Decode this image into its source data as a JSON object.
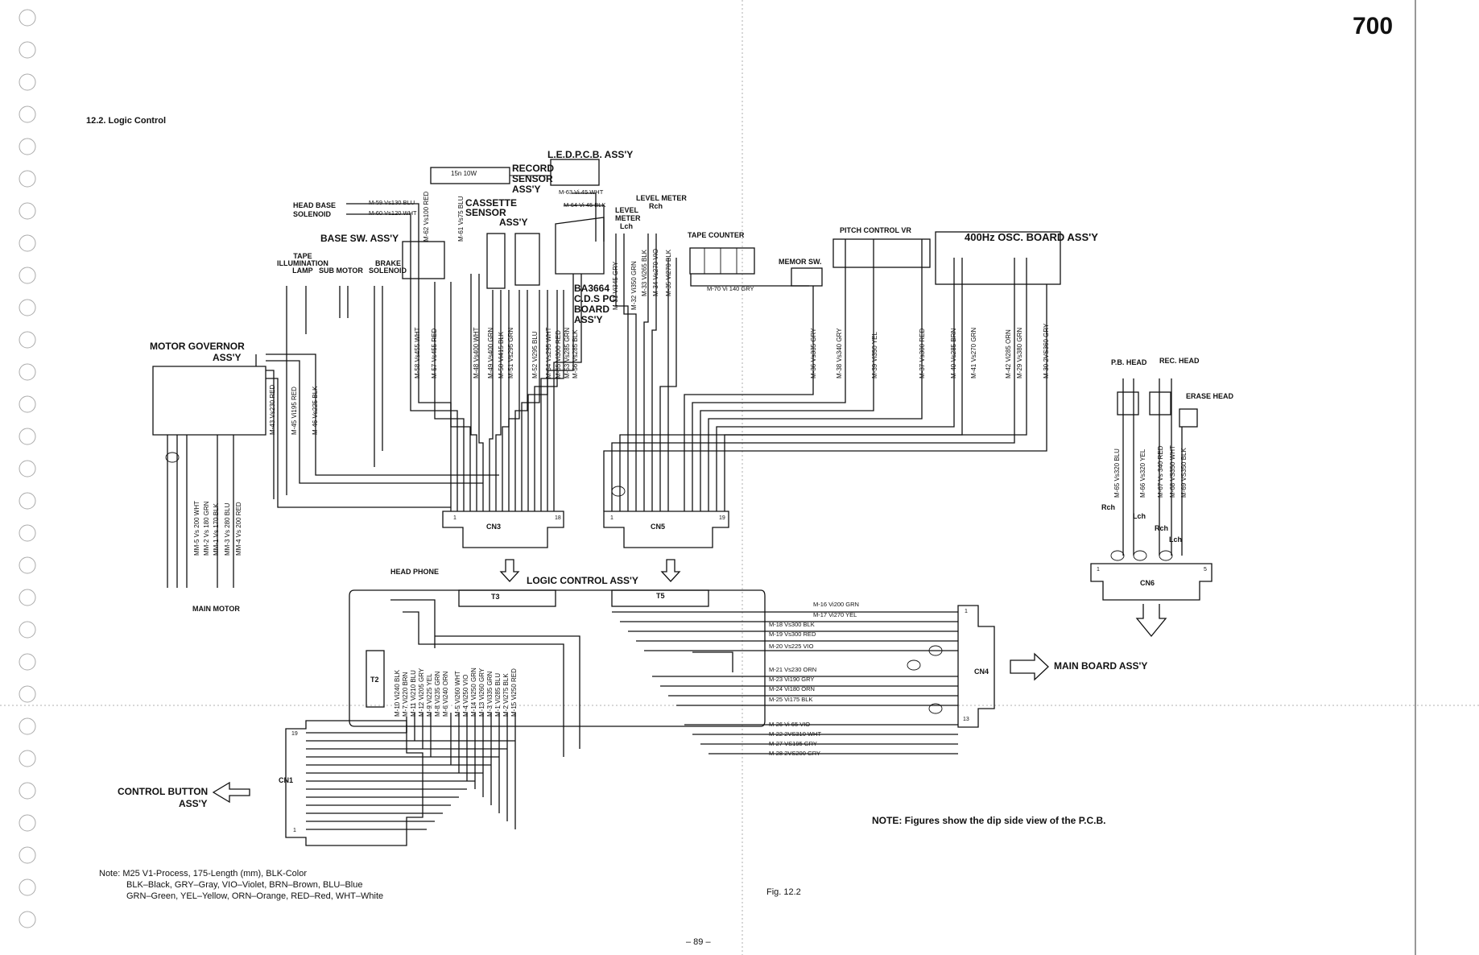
{
  "page": {
    "number_label": "700",
    "section_title": "12.2. Logic Control",
    "figure_label": "Fig. 12.2",
    "page_number": "– 89 –"
  },
  "blocks": {
    "led_pcb": "L.E.D.P.C.B. ASS'Y",
    "resistor": "15n 10W",
    "record_sensor": [
      "RECORD",
      "SENSOR",
      "ASS'Y"
    ],
    "cassette_sensor": [
      "CASSETTE",
      "SENSOR",
      "ASS'Y"
    ],
    "head_base_solenoid": [
      "HEAD BASE",
      "SOLENOID"
    ],
    "base_sw": "BASE SW. ASS'Y",
    "tape_illumination_lamp": [
      "TAPE",
      "ILLUMINATION",
      "LAMP"
    ],
    "sub_motor": "SUB MOTOR",
    "brake_solenoid": [
      "BRAKE",
      "SOLENOID"
    ],
    "motor_governor": [
      "MOTOR GOVERNOR",
      "ASS'Y"
    ],
    "main_motor": "MAIN MOTOR",
    "level_meter": "LEVEL METER",
    "level_meter_lch": [
      "LEVEL",
      "METER",
      "Lch"
    ],
    "level_meter_rch": "Rch",
    "tape_counter": "TAPE COUNTER",
    "memory_sw": "MEMOR SW.",
    "pitch_control_vr": "PITCH CONTROL VR",
    "osc_board": "400Hz OSC. BOARD ASS'Y",
    "ba3664": [
      "BA3664",
      "C.D.S PC",
      "BOARD",
      "ASS'Y"
    ],
    "cn3": "CN3",
    "cn5": "CN5",
    "cn4": "CN4",
    "cn1": "CN1",
    "cn6": "CN6",
    "logic_control": "LOGIC CONTROL ASS'Y",
    "head_phone": "HEAD PHONE",
    "t2": "T2",
    "t3": "T3",
    "t5": "T5",
    "main_board": "MAIN BOARD ASS'Y",
    "control_button": [
      "CONTROL BUTTON",
      "ASS'Y"
    ],
    "pb_head": "P.B. HEAD",
    "rec_head": "REC. HEAD",
    "erase_head": "ERASE HEAD",
    "rch": "Rch",
    "lch": "Lch",
    "rch2": "Rch",
    "lch2": "Lch"
  },
  "top_wires": [
    "M-59 Vs130 BLU",
    "M-60 Vs120 WHT",
    "M-63 Vi 45 WHT",
    "M-64 Vi 45 BLK",
    "M-70 Vi 140 GRY"
  ],
  "vertical_wires": [
    "M-43 Vs230 RED",
    "M-45 Vi195 RED",
    "M-46 Vs225 BLK",
    "M-62 Vs100 RED",
    "M-61 Vs75 BLU",
    "M-58 Vs455 WHT",
    "M-57 Vs455 RED",
    "M-48 Vs400 WHT",
    "M-49 Vs400 GRN",
    "M-50 Vi415 BLK",
    "M-51 Vs295 GRN",
    "M-52 Vi295 BLU",
    "M-54 Vs295 WHT",
    "M-55 Vi300 RED",
    "M-53 Vs285 GRN",
    "M-56 Vs285 BLK",
    "M-31 Vi345 GRY",
    "M-32 Vi350 GRN",
    "M-33 Vi265 BLK",
    "M-34 Vs270 VIO",
    "M-35 Vi270 BLK",
    "M-36 Vs335 GRY",
    "M-38 Vs340 GRY",
    "M-39 Vi350 YEL",
    "M-37 Vs300 RED",
    "M-40 Vs285 BRN",
    "M-41 Vs270 GRN",
    "M-42 Vi285 ORN",
    "M-29 Vs380 GRN",
    "M-30 2VS360 GRY"
  ],
  "main_motor_wires": [
    "MM-5 Vs 200 WHT",
    "MM-2 Vs 180 GRN",
    "MM-1 Vs 170 BLK",
    "MM-3 Vs 280 BLU",
    "MM-4 Vs 200 RED"
  ],
  "head_wires": [
    "M-65 Vs320 BLU",
    "M-66 Vs320 YEL",
    "M-67 Vs 340 RED",
    "M-68 VS350 WHT",
    "M-69 VS350 BLK"
  ],
  "cn1_wires_left": [
    "M-10 Vi240 BLK",
    "M-7 Vi220 BRN",
    "M-11 Vi210 BLU",
    "M-12 Vi205 GRY",
    "M-9 Vi225 YEL",
    "M-8 Vi235 GRN",
    "M-6 Vi240 ORN"
  ],
  "cn1_wires_right": [
    "M-5 Vi260 WHT",
    "M-4 Vi250 VIO",
    "M-14 Vi250 GRN",
    "M-13 Vi260 GRY",
    "M-3 Vi335 GRN",
    "M-1 Vi285 BLU",
    "M-2 Vi275 BLK",
    "M-15 Vi250 RED"
  ],
  "cn4_wires": [
    "M-16 Vi200 GRN",
    "M-17 Vi270 YEL",
    "M-18 Vs300 BLK",
    "M-19 Vs300 RED",
    "M-20 Vs225 VIO",
    "M-21 Vs230 ORN",
    "M-23 Vi190 GRY",
    "M-24 Vi180 ORN",
    "M-25 Vi175 BLK",
    "M-26 Vi 65 VIO",
    "M-22 2VS310 WHT",
    "M-27 VS195 GRY",
    "M-28 2VS200 GRY"
  ],
  "pin_labels": {
    "cn3_first": "1",
    "cn3_last": "18",
    "cn5_first": "1",
    "cn5_last": "19",
    "cn1_first": "19",
    "cn1_last": "1",
    "cn4_first": "1",
    "cn4_last": "13",
    "cn6_first": "1",
    "cn6_last": "5"
  },
  "notes": {
    "note_right": "NOTE: Figures show the dip side view of the P.C.B.",
    "note_line1": "Note:  M25 V1-Process, 175-Length (mm), BLK-Color",
    "note_line2": "BLK–Black, GRY–Gray, VIO–Violet, BRN–Brown, BLU–Blue",
    "note_line3": "GRN–Green, YEL–Yellow, ORN–Orange, RED–Red, WHT–White"
  }
}
